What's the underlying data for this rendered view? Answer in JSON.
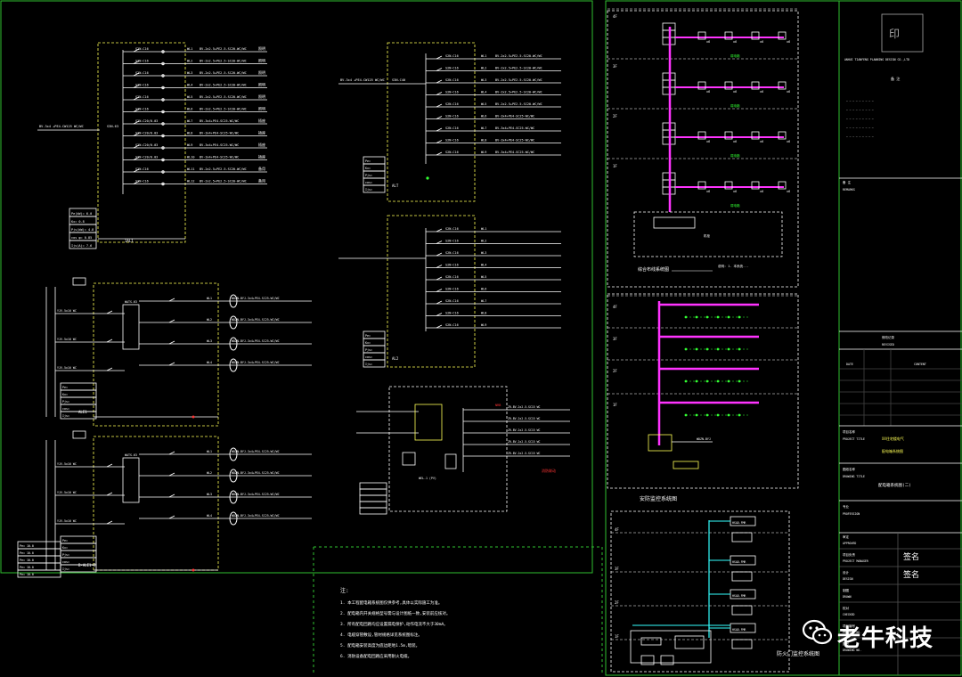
{
  "watermark": {
    "text": "老牛科技",
    "icon": "wechat-logo-icon"
  },
  "colors": {
    "bg": "#000000",
    "line": "#ffffff",
    "green": "#33ff33",
    "yellow": "#ffff55",
    "cyan": "#33ffff",
    "magenta": "#ff33ff",
    "red": "#ff3333",
    "border": "#2fbf2f"
  },
  "panel1": {
    "main_feed": "BV-3x4 +PE4-CW125 WC/WC",
    "main_breaker": "S3N-63",
    "circuits": [
      {
        "breaker": "S2N-C16",
        "no": "WL1",
        "cable": "BV-2x2.5+PE2.5-SC20-WC/WC",
        "use": "照明"
      },
      {
        "breaker": "S2N-C16",
        "no": "WL2",
        "cable": "BV-2x2.5+PE2.5-SC20-WC/WC",
        "use": "照明"
      },
      {
        "breaker": "S2N-C16",
        "no": "WL3",
        "cable": "BV-2x2.5+PE2.5-SC20-WC/WC",
        "use": "照明"
      },
      {
        "breaker": "S2N-C16",
        "no": "WL4",
        "cable": "BV-2x2.5+PE2.5-SC20-WC/WC",
        "use": "照明"
      },
      {
        "breaker": "S2N-C16",
        "no": "WL5",
        "cable": "BV-2x2.5+PE2.5-SC20-WC/WC",
        "use": "照明"
      },
      {
        "breaker": "S2N-C16",
        "no": "WL6",
        "cable": "BV-2x2.5+PE2.5-SC20-WC/WC",
        "use": "照明"
      },
      {
        "breaker": "S2N-C20/0.03",
        "no": "WL7",
        "cable": "BV-3x4+PE4-SC25-WC/WC",
        "use": "插座"
      },
      {
        "breaker": "S2N-C20/0.03",
        "no": "WL8",
        "cable": "BV-3x4+PE4-SC25-WC/WC",
        "use": "插座"
      },
      {
        "breaker": "S2N-C20/0.03",
        "no": "WL9",
        "cable": "BV-3x4+PE4-SC25-WC/WC",
        "use": "插座"
      },
      {
        "breaker": "S2N-C20/0.03",
        "no": "WL10",
        "cable": "BV-3x4+PE4-SC25-WC/WC",
        "use": "插座"
      },
      {
        "breaker": "S2N-C16",
        "no": "WL11",
        "cable": "BV-2x2.5+PE2.5-SC20-WC/WC",
        "use": "备用"
      },
      {
        "breaker": "S2N-C16",
        "no": "WL12",
        "cable": "BV-2x2.5+PE2.5-SC20-WC/WC",
        "use": "备用"
      }
    ],
    "params": [
      "Pe(kW)= 6.0",
      "Kx= 0.8",
      "Pjs(kW)= 4.8",
      "cos φ= 0.85",
      "Ijs(A)= 7.6"
    ],
    "box_name": "1AL1"
  },
  "panel2": {
    "main_feed": "BV-3x4 +PE4-CW125 WC/WC",
    "main_breaker": "S3N-C40",
    "circuits": [
      {
        "no": "WL1",
        "cable": "BV-2x2.5+PE2.5-SC20-WC/WC"
      },
      {
        "no": "WL2",
        "cable": "BV-2x2.5+PE2.5-SC20-WC/WC"
      },
      {
        "no": "WL3",
        "cable": "BV-2x2.5+PE2.5-SC20-WC/WC"
      },
      {
        "no": "WL4",
        "cable": "BV-2x2.5+PE2.5-SC20-WC/WC"
      },
      {
        "no": "WL5",
        "cable": "BV-2x2.5+PE2.5-SC20-WC/WC"
      },
      {
        "no": "WL6",
        "cable": "BV-3x4+PE4-SC25-WC/WC"
      },
      {
        "no": "WL7",
        "cable": "BV-3x4+PE4-SC25-WC/WC"
      },
      {
        "no": "WL8",
        "cable": "BV-3x4+PE4-SC25-WC/WC"
      },
      {
        "no": "WL9",
        "cable": "BV-3x4+PE4-SC25-WC/WC"
      }
    ],
    "box_name": "ALT"
  },
  "panel3": {
    "box_name": "AL2"
  },
  "panel4": {
    "box_name": "ALE1"
  },
  "panel5": {
    "box_name": "B-ALE1-Z"
  },
  "notes": {
    "title": "注:",
    "lines": [
      "1. 本工程配电箱系统图仅供参考,具体以实际施工为准。",
      "2. 配电箱内开关规格型号需与设计图纸一致,安装前应核对。",
      "3. 所有配电回路均应设置漏电保护,动作电流不大于30mA。",
      "4. 电缆穿管敷设,管材规格详见系统图标注。",
      "5. 配电箱安装高度为底边距地1.5m,暗装。",
      "6. 消防设备配电回路应采用耐火电缆。"
    ]
  },
  "riser1": {
    "floors": [
      "1F",
      "2F",
      "3F",
      "4F"
    ],
    "title": "综合布线系统图"
  },
  "riser2": {
    "floors": [
      "1F",
      "2F",
      "3F",
      "4F"
    ]
  },
  "riser3": {
    "title": "安防监控系统图",
    "floors": [
      "4F",
      "3F",
      "2F",
      "1F"
    ],
    "title2": "防火门监控系统图"
  },
  "titleblock": {
    "company_en": "ANHUI TIANFENG PLANNING DESIGN CO.,LTD",
    "notes_head": "备 注",
    "remarks": "REMARKS",
    "revised": "修改记录",
    "revised_en": "REVISED",
    "date": "DATE",
    "content": "CONTENT",
    "project_title": "项目名称",
    "project_title_en": "PROJECT TITLE",
    "project_name1": "XX住宅楼电气",
    "project_name2": "配电箱系统图",
    "drawing_title": "图纸名称",
    "drawing_title_en": "DRAWING TITLE",
    "drawing_name": "配电箱系统图(二)",
    "profession": "专业",
    "profession_en": "PROFESSION",
    "approved": "审定",
    "approved_en": "APPROVED",
    "pm": "项目负责",
    "pm_en": "PROJECT MANAGER",
    "design": "设计",
    "design_en": "DESIGN",
    "drawn": "制图",
    "drawn_en": "DRAWN",
    "checked": "校对",
    "checked_en": "CHECKED",
    "project_no": "项目编号",
    "project_no_en": "PROJECT NO.",
    "drawing_no": "图号",
    "drawing_no_en": "DRAWING NO."
  }
}
